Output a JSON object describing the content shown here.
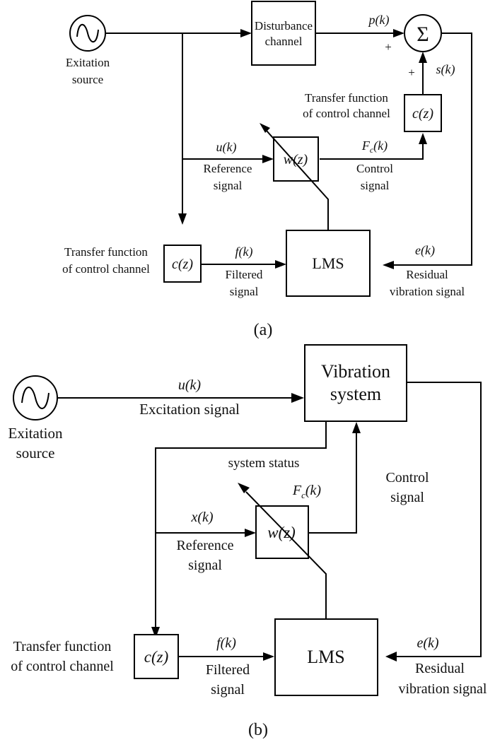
{
  "diagram_a": {
    "caption": "(a)",
    "source": {
      "label_line1": "Exitation",
      "label_line2": "source"
    },
    "disturbance": {
      "line1": "Disturbance",
      "line2": "channel"
    },
    "sum_symbol": "Σ",
    "p_k": "p(k)",
    "plus1": "+",
    "plus2": "+",
    "s_k": "s(k)",
    "cz_top": {
      "label": "c(z)",
      "desc_line1": "Transfer function",
      "desc_line2": "of control channel"
    },
    "u_k": "u(k)",
    "reference": {
      "line1": "Reference",
      "line2": "signal"
    },
    "wz": "w(z)",
    "fc_k": "F",
    "fc_sub": "c",
    "fc_suffix": "(k)",
    "control": {
      "line1": "Control",
      "line2": "signal"
    },
    "cz_bottom": {
      "label": "c(z)",
      "desc_line1": "Transfer function",
      "desc_line2": "of control channel"
    },
    "f_k": "f(k)",
    "filtered": {
      "line1": "Filtered",
      "line2": "signal"
    },
    "lms": "LMS",
    "e_k": "e(k)",
    "residual": {
      "line1": "Residual",
      "line2": "vibration signal"
    }
  },
  "diagram_b": {
    "caption": "(b)",
    "source": {
      "label_line1": "Exitation",
      "label_line2": "source"
    },
    "u_k": "u(k)",
    "excitation_signal": "Excitation signal",
    "vibration": {
      "line1": "Vibration",
      "line2": "system"
    },
    "system_status": "system status",
    "fc_k": "F",
    "fc_sub": "c",
    "fc_suffix": "(k)",
    "control": {
      "line1": "Control",
      "line2": "signal"
    },
    "x_k": "x(k)",
    "reference": {
      "line1": "Reference",
      "line2": "signal"
    },
    "wz": "w(z)",
    "cz": {
      "label": "c(z)",
      "desc_line1": "Transfer function",
      "desc_line2": "of control channel"
    },
    "f_k": "f(k)",
    "filtered": {
      "line1": "Filtered",
      "line2": "signal"
    },
    "lms": "LMS",
    "e_k": "e(k)",
    "residual": {
      "line1": "Residual",
      "line2": "vibration signal"
    }
  }
}
